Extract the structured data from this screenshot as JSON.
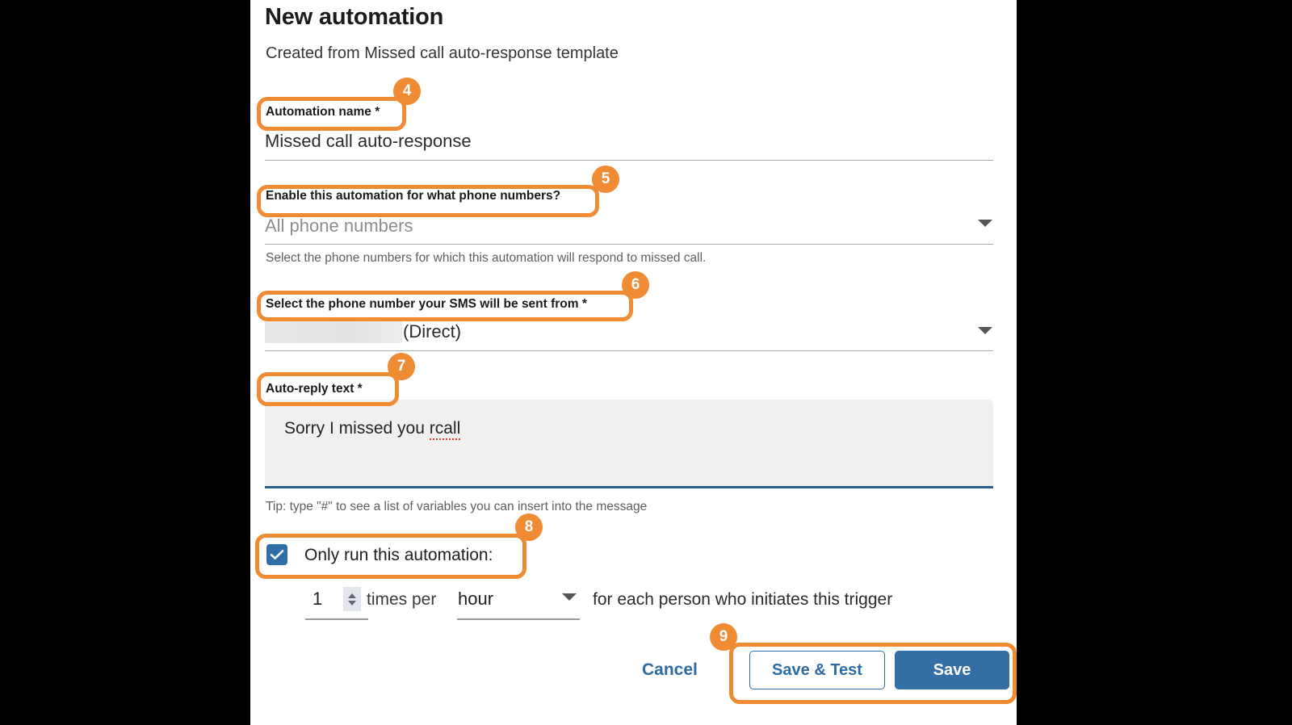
{
  "dialog": {
    "title": "New automation",
    "subtitle": "Created from Missed call auto-response template"
  },
  "fields": {
    "automation_name": {
      "label": "Automation name *",
      "value": "Missed call auto-response"
    },
    "enable_for_numbers": {
      "label": "Enable this automation for what phone numbers?",
      "value": "All phone numbers",
      "helper": "Select the phone numbers for which this automation will respond to missed call.",
      "caret_icon": "chevron-down-icon"
    },
    "send_from_number": {
      "label": "Select the phone number your SMS will be sent from *",
      "value_suffix": "(Direct)",
      "value_redacted": true,
      "caret_icon": "chevron-down-icon"
    },
    "auto_reply_text": {
      "label": "Auto-reply text *",
      "value_prefix": "Sorry I missed you ",
      "value_misspelled": "rcall",
      "tip": "Tip: type \"#\" to see a list of variables you can insert into the message"
    },
    "only_run": {
      "label": "Only run this automation:",
      "checked": true,
      "count": "1",
      "times_per": "times per",
      "period": "hour",
      "period_caret_icon": "chevron-down-icon",
      "tail": "for each person who initiates this trigger",
      "stepper_up_icon": "chevron-up-icon",
      "stepper_down_icon": "chevron-down-icon"
    }
  },
  "footer": {
    "cancel": "Cancel",
    "save_and_test": "Save & Test",
    "save": "Save"
  },
  "callouts": [
    {
      "number": "4"
    },
    {
      "number": "5"
    },
    {
      "number": "6"
    },
    {
      "number": "7"
    },
    {
      "number": "8"
    },
    {
      "number": "9"
    }
  ],
  "colors": {
    "accent_orange": "#ef8b33",
    "primary_blue": "#336ea5",
    "link_blue": "#2d6ca2",
    "panel_bg": "#ffffff",
    "backdrop": "#000000",
    "textarea_bg": "#f0f0f0",
    "spellcheck_red": "#e03a25"
  }
}
